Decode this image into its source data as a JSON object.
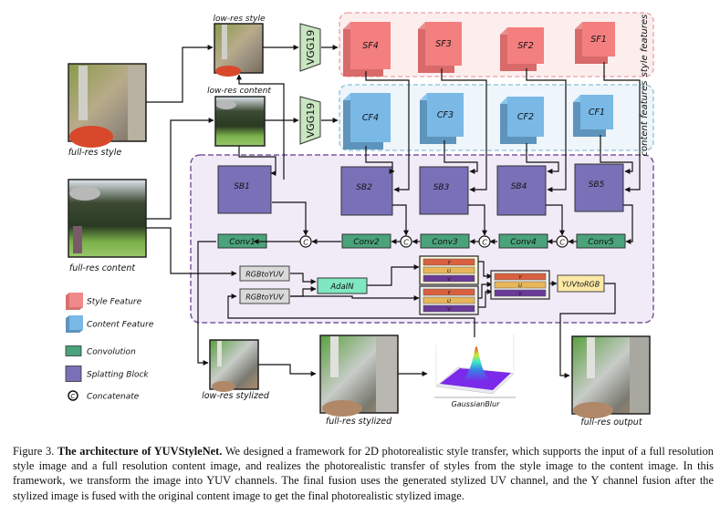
{
  "figure": {
    "images": {
      "full_res_style": "full-res style",
      "low_res_style": "low-res style",
      "low_res_content": "low-res content",
      "full_res_content": "full-res content",
      "low_res_stylized": "low-res stylized",
      "full_res_stylized": "full-res stylized",
      "full_res_output": "full-res output"
    },
    "vgg": [
      "VGG19",
      "VGG19"
    ],
    "style_features": {
      "group_label": "style features",
      "items": [
        "SF4",
        "SF3",
        "SF2",
        "SF1"
      ],
      "color": "#f47f7f"
    },
    "content_features": {
      "group_label": "content features",
      "items": [
        "CF4",
        "CF3",
        "CF2",
        "CF1"
      ],
      "color": "#7ab8e6"
    },
    "splatting_blocks": [
      "SB1",
      "SB2",
      "SB3",
      "SB4",
      "SB5"
    ],
    "convs": [
      "Conv1",
      "Conv2",
      "Conv3",
      "Conv4",
      "Conv5"
    ],
    "concat_symbol": "C",
    "rgb_to_yuv": [
      "RGBtoYUV",
      "RGBtoYUV"
    ],
    "adain": "AdaIN",
    "yuv_to_rgb": "YUVtoRGB",
    "channels": [
      "Y",
      "U",
      "V"
    ],
    "gaussian": "GaussianBlur",
    "legend": [
      {
        "key": "style",
        "label": "Style Feature",
        "color": "#f08a8a"
      },
      {
        "key": "content",
        "label": "Content Feature",
        "color": "#7ab8e6"
      },
      {
        "key": "conv",
        "label": "Convolution",
        "color": "#4aa37a"
      },
      {
        "key": "splat",
        "label": "Splatting Block",
        "color": "#7a70b8"
      },
      {
        "key": "concat",
        "label": "Concatenate",
        "color": "#111111"
      }
    ],
    "colors": {
      "splat": "#7a70b8",
      "conv": "#4aa37a",
      "adain": "#7fe8c0",
      "yuv_to_rgb": "#fbe9a6",
      "rgb_to_yuv": "#d9d9d9",
      "y_channel": "#d9603e",
      "u_channel": "#e8b65a",
      "v_channel": "#6a3a98",
      "vgg": "#c8e6c0",
      "network_bg": "#f1ebf8"
    }
  },
  "caption": {
    "prefix": "Figure 3.",
    "title": "The architecture of YUVStyleNet.",
    "body": "We designed a framework for 2D photorealistic style transfer, which supports the input of a full resolution style image and a full resolution content image, and realizes the photorealistic transfer of styles from the style image to the content image. In this framework, we transform the image into YUV channels. The final fusion uses the generated stylized UV channel, and the Y channel fusion after the stylized image is fused with the original content image to get the final photorealistic stylized image."
  }
}
